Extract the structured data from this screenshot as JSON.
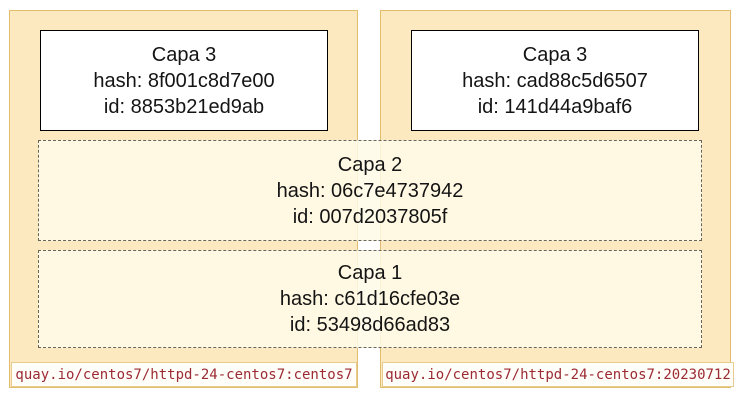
{
  "colors": {
    "container_fill": "#fce9c0",
    "container_border": "#e2bd6e",
    "shared_layer_fill": "#fef8e6",
    "shared_layer_border": "#68655c",
    "top_layer_fill": "#ffffff",
    "top_layer_border": "#000000",
    "tag_fill": "#fffef9",
    "tag_border": "#e8cc8f",
    "tag_text": "#9c2a33",
    "layer_text": "#141414"
  },
  "images": [
    {
      "side": "left",
      "top_layer": {
        "lines": [
          "Capa 3",
          "hash: 8f001c8d7e00",
          "id: 8853b21ed9ab"
        ]
      },
      "tag": "quay.io/centos7/httpd-24-centos7:centos7"
    },
    {
      "side": "right",
      "top_layer": {
        "lines": [
          "Capa 3",
          "hash: cad88c5d6507",
          "id: 141d44a9baf6"
        ]
      },
      "tag": "quay.io/centos7/httpd-24-centos7:20230712"
    }
  ],
  "shared_layers": [
    {
      "lines": [
        "Capa 2",
        "hash: 06c7e4737942",
        "id: 007d2037805f"
      ]
    },
    {
      "lines": [
        "Capa 1",
        "hash: c61d16cfe03e",
        "id: 53498d66ad83"
      ]
    }
  ]
}
